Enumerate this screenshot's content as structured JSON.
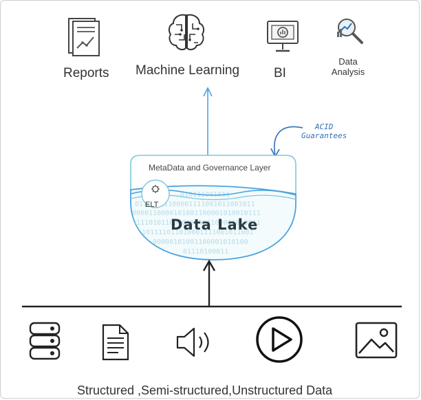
{
  "consumers": {
    "reports": "Reports",
    "machine_learning": "Machine Learning",
    "bi": "BI",
    "data_analysis": "Data Analysis"
  },
  "lake": {
    "governance_layer": "MetaData and Governance Layer",
    "acid": "ACID Guarantees",
    "elt": "ELT",
    "title": "Data Lake",
    "binary_rows": [
      "010111001011",
      "01110101100001111001011001011",
      "0000110000101001100001010010111",
      "0111010110000101001100001010011",
      "101111011010001111001011001",
      "00000101001100001010100",
      "01110100011"
    ]
  },
  "sources": {
    "caption": "Structured ,Semi-structured,Unstructured Data",
    "icons": [
      "database-icon",
      "document-icon",
      "audio-icon",
      "video-play-icon",
      "image-icon"
    ]
  },
  "colors": {
    "accent_blue": "#4aa3df",
    "lake_teal": "#7fc7da",
    "ink": "#222222"
  }
}
